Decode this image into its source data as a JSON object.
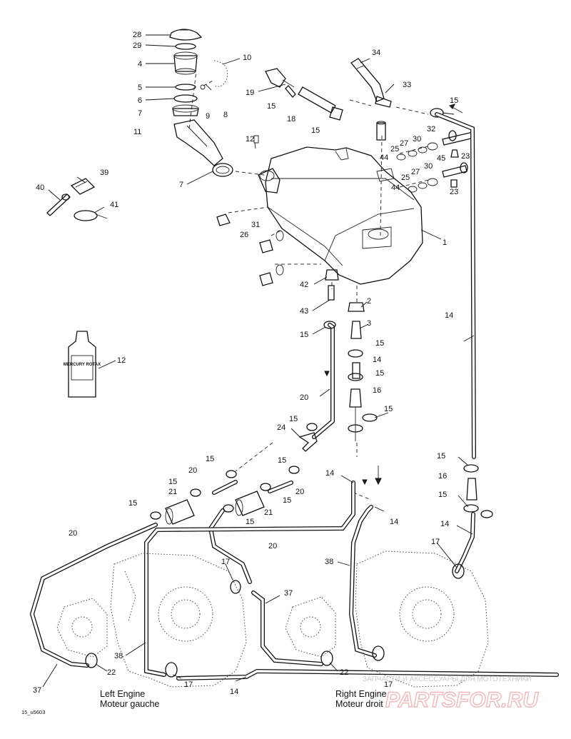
{
  "figure": {
    "reference_code": "15_u5603",
    "captions": {
      "left_engine": "Left Engine",
      "left_engine_fr": "Moteur gauche",
      "right_engine": "Right Engine",
      "right_engine_fr": "Moteur droit"
    },
    "oil_bottle_label": "MERCURY ROTAX",
    "watermark": {
      "text": "ЗАПЧАСТИ И АКСЕССУАРЫ ДЛЯ МОТОТЕХНИКИ",
      "logo": "PARTSFOR.RU"
    }
  },
  "callouts": {
    "c28": "28",
    "c29": "29",
    "c4": "4",
    "c5": "5",
    "c6": "6",
    "c7a": "7",
    "c11": "11",
    "c10": "10",
    "c9": "9",
    "c8": "8",
    "c34": "34",
    "c19": "19",
    "c33": "33",
    "c15a": "15",
    "c18": "18",
    "c15b": "15",
    "c15c": "15",
    "c32": "32",
    "c30a": "30",
    "c27a": "27",
    "c25a": "25",
    "c44a": "44",
    "c45": "45",
    "c23a": "23",
    "c30b": "30",
    "c27b": "27",
    "c25b": "25",
    "c44b": "44",
    "c23b": "23",
    "c12a": "12",
    "c7b": "7",
    "c39": "39",
    "c40": "40",
    "c41": "41",
    "c1": "1",
    "c31": "31",
    "c26": "26",
    "c42": "42",
    "c43": "43",
    "c2": "2",
    "c3": "3",
    "c15d": "15",
    "c15e": "15",
    "c14a": "14",
    "c15f": "15",
    "c16a": "16",
    "c15g": "15",
    "c12b": "12",
    "c20a": "20",
    "c14b": "14",
    "c15h": "15",
    "c24": "24",
    "c15i": "15",
    "c20b": "20",
    "c15j": "15",
    "c14c": "14",
    "c21a": "21",
    "c20c": "20",
    "c15k": "15",
    "c15l": "15",
    "c21b": "21",
    "c15m": "15",
    "c15n": "15",
    "c16b": "16",
    "c15o": "15",
    "c14d": "14",
    "c20d": "20",
    "c20e": "20",
    "c17a": "17",
    "c37a": "37",
    "c38a": "38",
    "c17b": "17",
    "c22a": "22",
    "c37b": "37",
    "c38b": "38",
    "c17c": "17",
    "c14e": "14",
    "c22b": "22",
    "c17d": "17",
    "c14f": "14"
  }
}
